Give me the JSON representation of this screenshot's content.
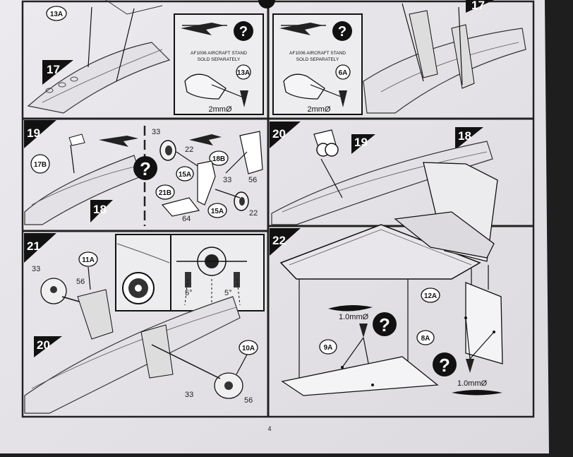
{
  "page": {
    "number": "4"
  },
  "top_panels": {
    "left_fragment": {
      "callout": "13A",
      "step_ref": "17"
    },
    "stand_left": {
      "note_line1": "AF1006 AIRCRAFT STAND",
      "note_line2": "SOLD SEPARATELY",
      "part": "13A",
      "drill": "2mmØ"
    },
    "stand_right": {
      "note_line1": "AF1006 AIRCRAFT STAND",
      "note_line2": "SOLD SEPARATELY",
      "part": "6A",
      "drill": "2mmØ"
    },
    "right_fragment": {
      "step_ref": "17"
    }
  },
  "step19": {
    "number": "19",
    "parts": {
      "p17b": "17B",
      "step_ref": "18",
      "p33": "33",
      "p22a": "22",
      "p18b": "18B",
      "p56": "56",
      "p15a_top": "15A",
      "p33b": "33",
      "p21b": "21B",
      "p15a_bottom": "15A",
      "p64": "64",
      "p22b": "22"
    }
  },
  "step20": {
    "number": "20",
    "part_ref": "19",
    "step_ref": "18"
  },
  "step21": {
    "number": "21",
    "parts": {
      "p11a": "11A",
      "p33": "33",
      "p56": "56",
      "step_ref": "20",
      "p10a": "10A",
      "p33b": "33",
      "p56b": "56"
    },
    "angle_left": "5°",
    "angle_right": "5°"
  },
  "step22": {
    "number": "22",
    "drill_top": "1.0mmØ",
    "drill_bottom": "1.0mmØ",
    "parts": {
      "p9a": "9A",
      "p12a": "12A",
      "p8a": "8A"
    }
  }
}
